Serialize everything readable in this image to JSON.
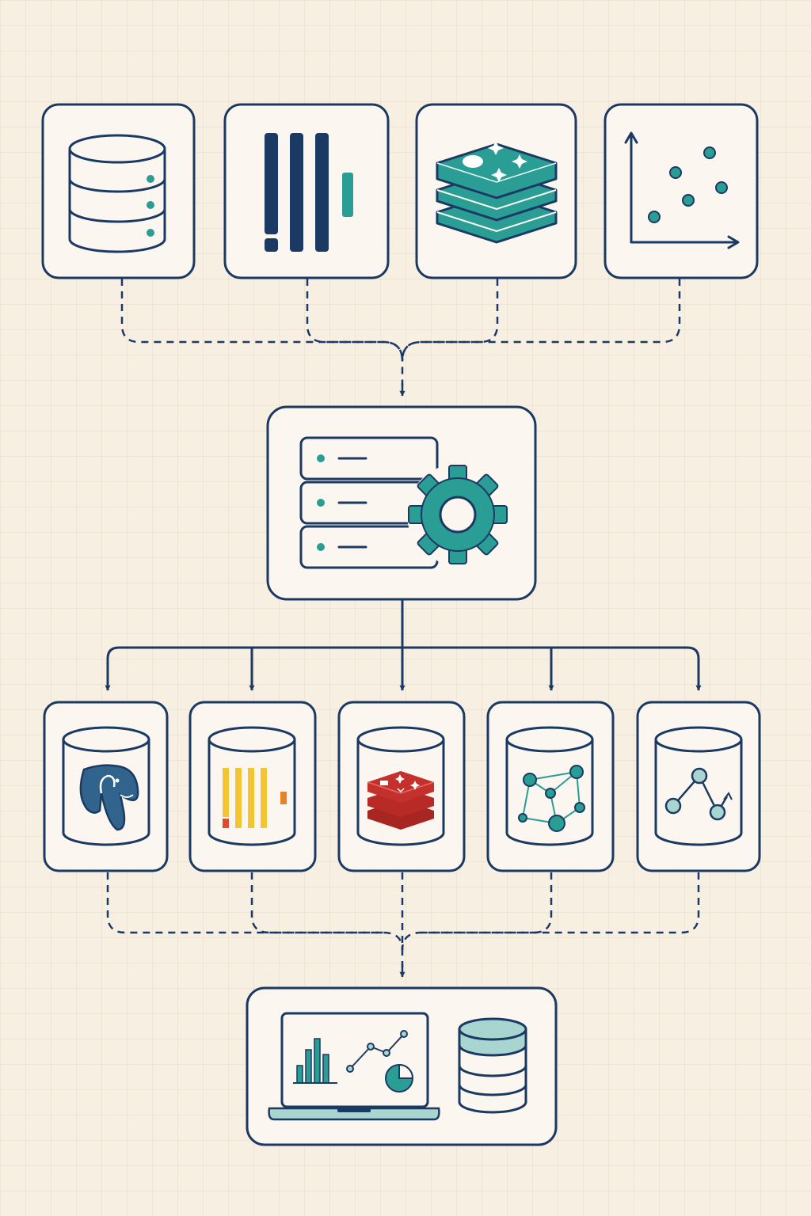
{
  "colors": {
    "background": "#f8efe3",
    "stroke": "#1b3a63",
    "teal": "#2a9d94",
    "teal_light": "#a8d5d0",
    "card_fill": "#fbf6ef",
    "postgres_blue": "#31648c",
    "clickhouse_yellow": "#f2c531",
    "clickhouse_red": "#e04a2f",
    "redis_red": "#c4302b"
  },
  "diagram": {
    "sources": [
      {
        "id": "source-database",
        "icon": "database-stack-icon"
      },
      {
        "id": "source-columnar",
        "icon": "columnar-bars-icon"
      },
      {
        "id": "source-key-value",
        "icon": "stacked-layers-icon"
      },
      {
        "id": "source-analytics",
        "icon": "scatter-plot-icon"
      }
    ],
    "hub": {
      "id": "processing-engine",
      "icon": "server-gear-icon"
    },
    "stores": [
      {
        "id": "store-postgresql",
        "icon": "elephant-icon"
      },
      {
        "id": "store-clickhouse",
        "icon": "column-bars-icon"
      },
      {
        "id": "store-redis",
        "icon": "redis-layers-icon"
      },
      {
        "id": "store-graph",
        "icon": "graph-network-icon"
      },
      {
        "id": "store-timeseries",
        "icon": "line-network-icon"
      }
    ],
    "output": {
      "id": "analytics-dashboard",
      "icons": [
        "laptop-chart-icon",
        "database-icon"
      ]
    },
    "connectors": {
      "sources_to_hub": "dashed",
      "hub_to_stores": "solid",
      "stores_to_output": "dashed"
    }
  }
}
